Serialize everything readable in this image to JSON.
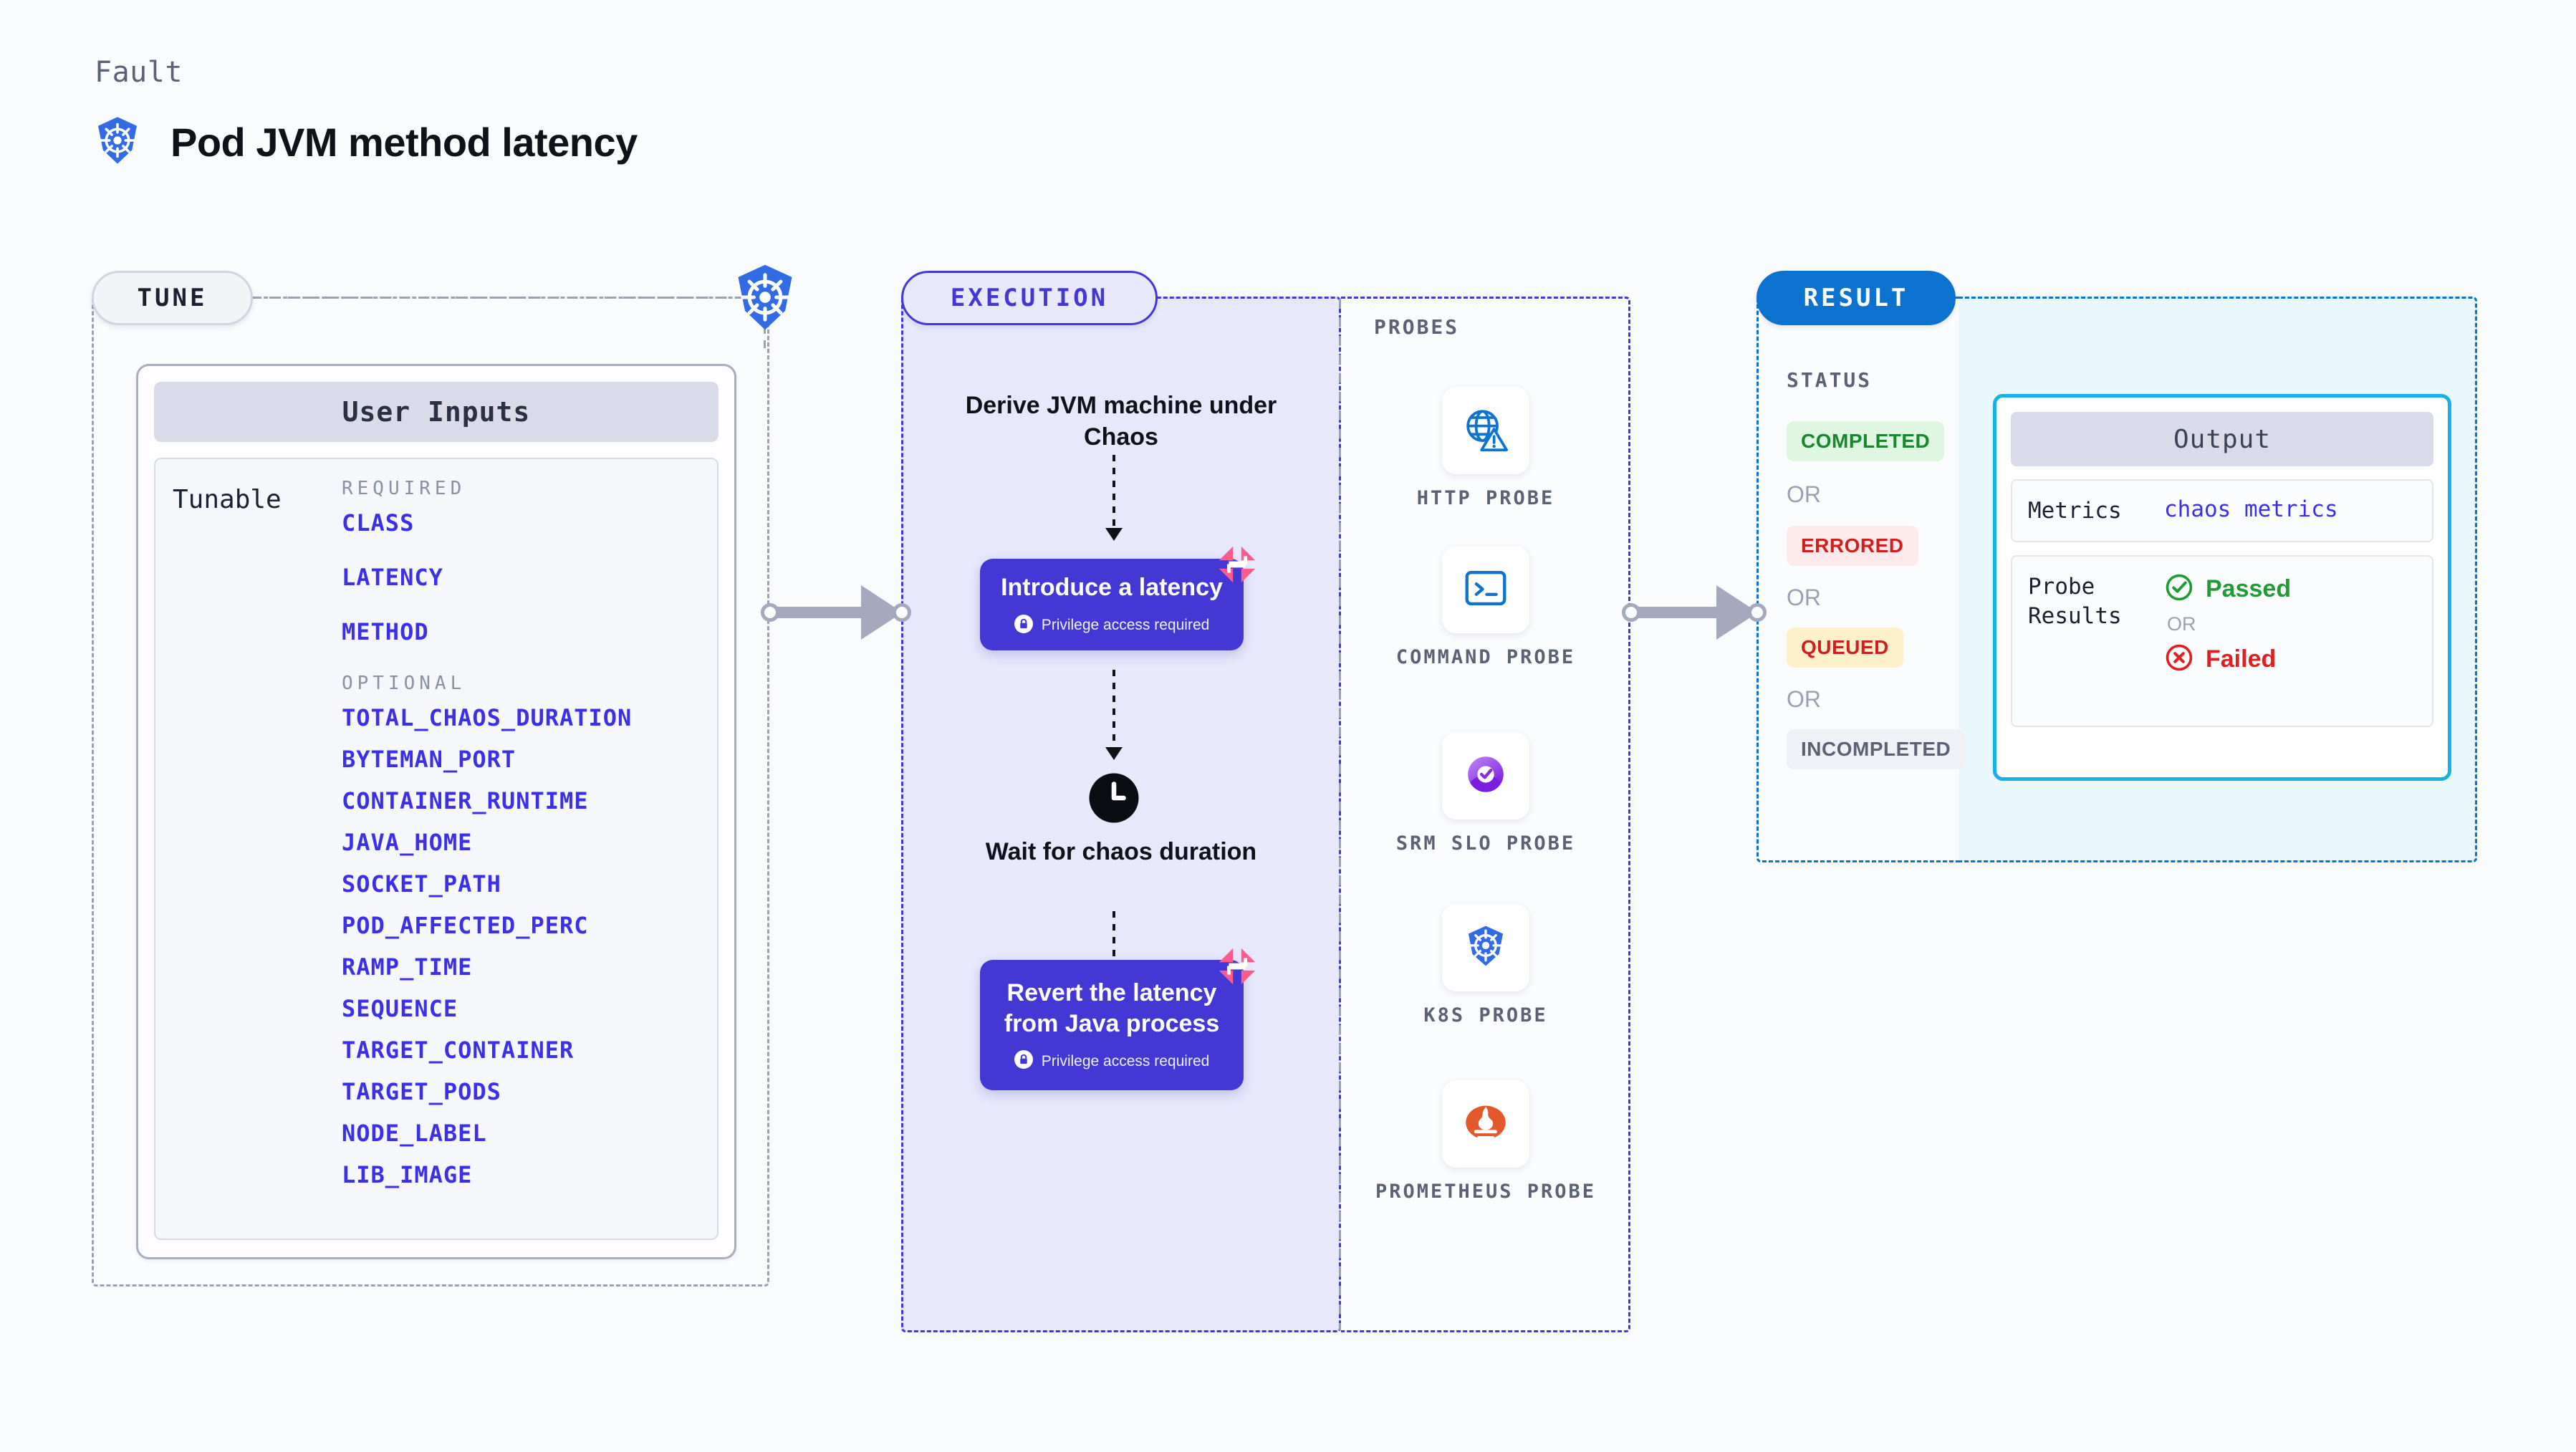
{
  "header": {
    "kicker": "Fault",
    "title": "Pod JVM method latency",
    "icon": "kubernetes-icon"
  },
  "sections": {
    "tune_pill": "TUNE",
    "execution_pill": "EXECUTION",
    "result_pill": "RESULT",
    "probes_label": "PROBES",
    "status_label": "STATUS"
  },
  "user_inputs": {
    "card_title": "User Inputs",
    "row_label": "Tunable",
    "required_label": "REQUIRED",
    "optional_label": "OPTIONAL",
    "required": [
      "CLASS",
      "LATENCY",
      "METHOD"
    ],
    "optional": [
      "TOTAL_CHAOS_DURATION",
      "BYTEMAN_PORT",
      "CONTAINER_RUNTIME",
      "JAVA_HOME",
      "SOCKET_PATH",
      "POD_AFFECTED_PERC",
      "RAMP_TIME",
      "SEQUENCE",
      "TARGET_CONTAINER",
      "TARGET_PODS",
      "NODE_LABEL",
      "LIB_IMAGE"
    ]
  },
  "execution": {
    "step1_title": "Derive JVM machine under Chaos",
    "step2_title": "Introduce a latency",
    "step2_privilege": "Privilege access required",
    "step3_title": "Wait for chaos duration",
    "step4_title": "Revert the latency from Java process",
    "step4_privilege": "Privilege access required"
  },
  "probes": [
    {
      "name": "HTTP PROBE",
      "icon": "globe-warning-icon"
    },
    {
      "name": "COMMAND PROBE",
      "icon": "terminal-icon"
    },
    {
      "name": "SRM SLO PROBE",
      "icon": "srm-slo-icon"
    },
    {
      "name": "K8S PROBE",
      "icon": "kubernetes-icon"
    },
    {
      "name": "PROMETHEUS PROBE",
      "icon": "prometheus-icon"
    }
  ],
  "statuses": [
    {
      "label": "COMPLETED",
      "bg": "#dff6e0",
      "fg": "#15892b"
    },
    {
      "label": "ERRORED",
      "bg": "#fdeaea",
      "fg": "#cf2020"
    },
    {
      "label": "QUEUED",
      "bg": "#fdf0cb",
      "fg": "#cf2020"
    },
    {
      "label": "INCOMPLETED",
      "bg": "#f0f1f6",
      "fg": "#5c6275"
    }
  ],
  "or_text": "OR",
  "output": {
    "card_title": "Output",
    "metrics_label": "Metrics",
    "metrics_value": "chaos metrics",
    "probe_results_label": "Probe Results",
    "passed": "Passed",
    "failed": "Failed",
    "or": "OR"
  },
  "colors": {
    "accent_indigo": "#4338d4",
    "accent_blue": "#0c72cf",
    "cyan": "#18b0e8",
    "param_blue": "#3b30e8",
    "pink": "#ff5c8d",
    "k8s_blue": "#326ce5"
  }
}
